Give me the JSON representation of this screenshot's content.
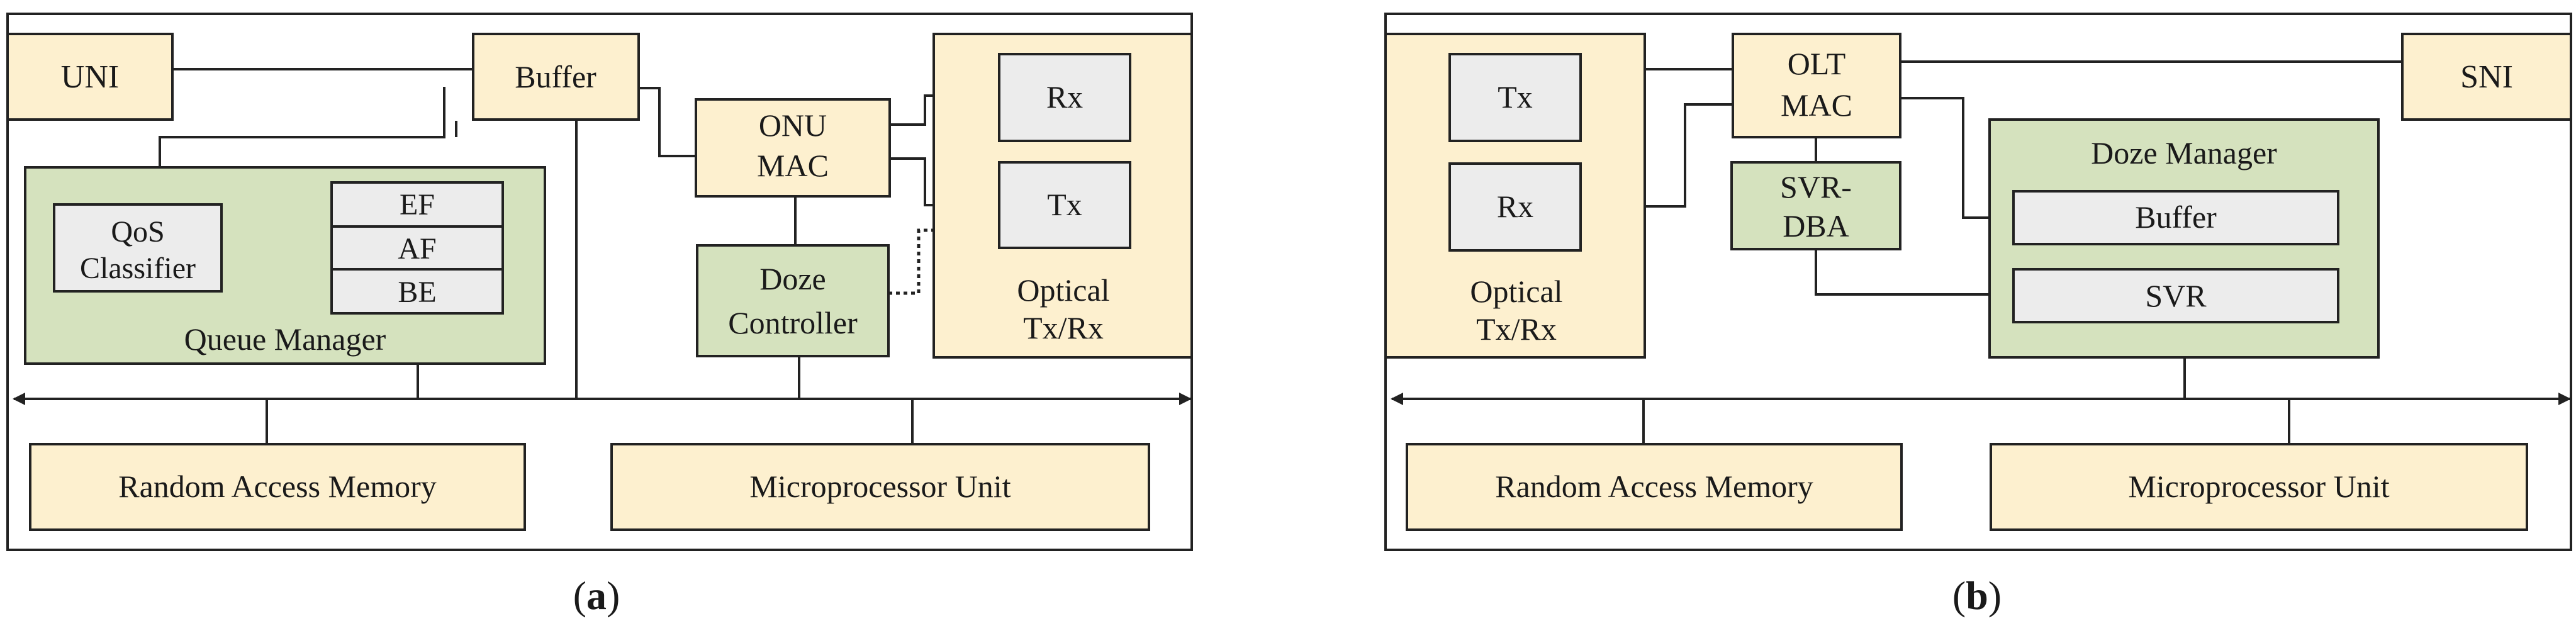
{
  "colors": {
    "yellow": "#fdf0cf",
    "green": "#d5e2be",
    "gray": "#ececec",
    "line": "#222222"
  },
  "panel_a": {
    "uni": "UNI",
    "buffer": "Buffer",
    "onu_mac_line1": "ONU",
    "onu_mac_line2": "MAC",
    "rx": "Rx",
    "tx": "Tx",
    "optical_line1": "Optical",
    "optical_line2": "Tx/Rx",
    "qos_line1": "QoS",
    "qos_line2": "Classifier",
    "ef": "EF",
    "af": "AF",
    "be": "BE",
    "queue_manager": "Queue Manager",
    "doze_line1": "Doze",
    "doze_line2": "Controller",
    "ram": "Random Access Memory",
    "mpu": "Microprocessor Unit",
    "caption_open": "(",
    "caption_letter": "a",
    "caption_close": ")"
  },
  "panel_b": {
    "tx": "Tx",
    "rx": "Rx",
    "optical_line1": "Optical",
    "optical_line2": "Tx/Rx",
    "olt_line1": "OLT",
    "olt_line2": "MAC",
    "svrdba_line1": "SVR-",
    "svrdba_line2": "DBA",
    "sni": "SNI",
    "doze_manager": "Doze Manager",
    "buffer": "Buffer",
    "svr": "SVR",
    "ram": "Random Access Memory",
    "mpu": "Microprocessor Unit",
    "caption_open": "(",
    "caption_letter": "b",
    "caption_close": ")"
  }
}
